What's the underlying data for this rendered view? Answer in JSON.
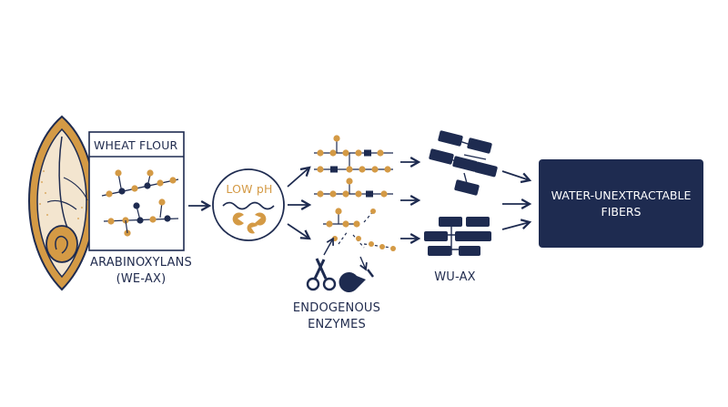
{
  "labels": {
    "wheat_flour": "WHEAT FLOUR",
    "arabinoxylans_line1": "ARABINOXYLANS",
    "arabinoxylans_line2": "(WE-AX)",
    "low_ph": "LOW pH",
    "enzymes_line1": "ENDOGENOUS",
    "enzymes_line2": "ENZYMES",
    "wu_ax": "WU-AX",
    "result_line1": "WATER-UNEXTRACTABLE",
    "result_line2": "FIBERS"
  },
  "colors": {
    "navy": "#1e2b50",
    "gold": "#d49a45",
    "cream": "#f3e5cf",
    "white": "#ffffff"
  },
  "icons": [
    "wheat-kernel-icon",
    "scissors-icon",
    "pacman-enzyme-icon",
    "wave-icon",
    "arrow-right-icon"
  ]
}
